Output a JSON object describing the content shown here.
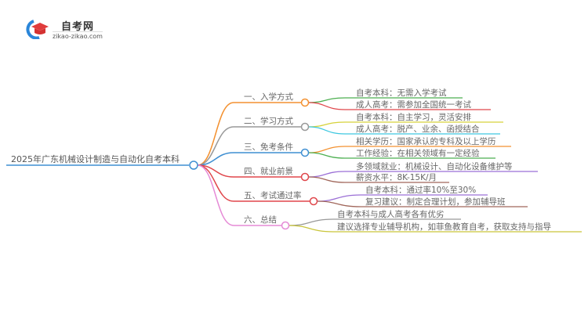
{
  "logo": {
    "title": "自考网",
    "url": "zikao-zikao.com",
    "icon": "graduation-cap-icon"
  },
  "root": {
    "label": "2025年广东机械设计制造与自动化自考本科",
    "color": "#3f8fd2"
  },
  "branches": [
    {
      "label": "一、入学方式",
      "color": "#f39130",
      "leaves": [
        {
          "text": "自考本科：无需入学考试",
          "color": "#4caf50"
        },
        {
          "text": "成人高考：需参加全国统一考试",
          "color": "#e0474c"
        }
      ]
    },
    {
      "label": "二、学习方式",
      "color": "#999999",
      "leaves": [
        {
          "text": "自考本科：自主学习，灵活安排",
          "color": "#d6d23a"
        },
        {
          "text": "成人高考：脱产、业余、函授结合",
          "color": "#3ec8e0"
        }
      ]
    },
    {
      "label": "三、免考条件",
      "color": "#3f8fd2",
      "leaves": [
        {
          "text": "相关学历：国家承认的专科及以上学历",
          "color": "#f39130"
        },
        {
          "text": "工作经验：在相关领域有一定经验",
          "color": "#4caf50"
        }
      ]
    },
    {
      "label": "四、就业前景",
      "color": "#e0474c",
      "leaves": [
        {
          "text": "多领域就业：机械设计、自动化设备维护等",
          "color": "#9b6fd6"
        },
        {
          "text": "薪资水平：8K-15K/月",
          "color": "#a0665a"
        }
      ]
    },
    {
      "label": "五、考试通过率",
      "color": "#e0474c",
      "leaves": [
        {
          "text": "自考本科：通过率10%至30%",
          "color": "#9b6fd6"
        },
        {
          "text": "复习建议：制定合理计划，参加辅导班",
          "color": "#a0665a"
        }
      ]
    },
    {
      "label": "六、总结",
      "color": "#e58ad6",
      "leaves": [
        {
          "text": "自考本科与成人高考各有优劣",
          "color": "#999999"
        },
        {
          "text": "建议选择专业辅导机构，如菲鱼教育自考，获取支持与指导",
          "color": "#c9c53a"
        }
      ]
    }
  ]
}
